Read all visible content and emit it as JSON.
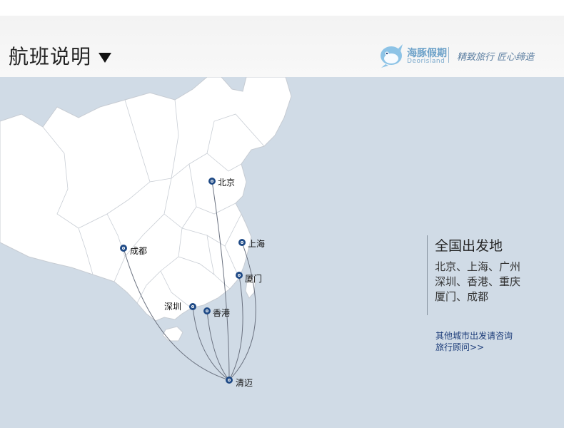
{
  "header": {
    "title": "航班说明",
    "brand_name": "海豚假期",
    "brand_sub": "Deorisland",
    "slogan": "精致旅行 匠心缔造"
  },
  "map": {
    "cities": [
      {
        "name": "北京",
        "key": "beijing"
      },
      {
        "name": "上海",
        "key": "shanghai"
      },
      {
        "name": "成都",
        "key": "chengdu"
      },
      {
        "name": "厦门",
        "key": "xiamen"
      },
      {
        "name": "深圳",
        "key": "shenzhen"
      },
      {
        "name": "香港",
        "key": "hongkong"
      },
      {
        "name": "清迈",
        "key": "chiangmai"
      }
    ],
    "routes": [
      "北京-清迈",
      "上海-清迈",
      "成都-清迈",
      "厦门-清迈",
      "深圳-清迈",
      "香港-清迈"
    ],
    "colors": {
      "land": "#ffffff",
      "sea": "#d0dbe6",
      "border": "#c7ccd3",
      "route": "#6b7280",
      "marker": "#1f4a86"
    }
  },
  "info": {
    "title": "全国出发地",
    "lines": [
      "北京、上海、广州",
      "深圳、香港、重庆",
      "厦门、成都"
    ]
  },
  "contact": {
    "line1": "其他城市出发请咨询",
    "line2": "旅行顾问>>"
  }
}
